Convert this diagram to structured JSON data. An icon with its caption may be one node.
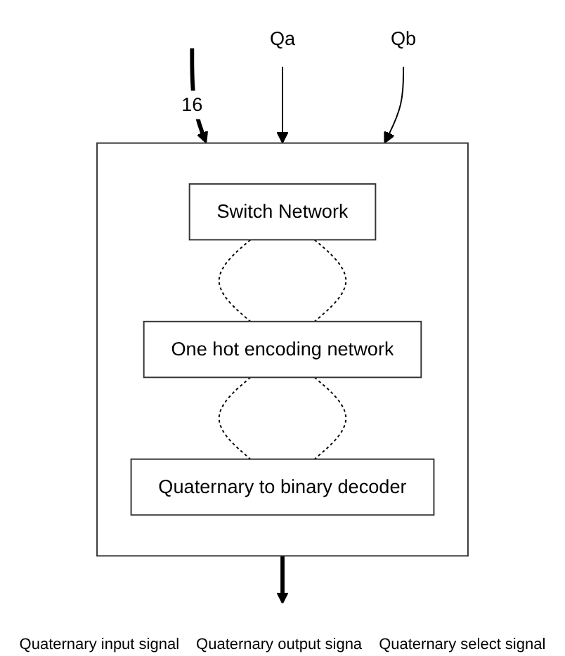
{
  "diagram": {
    "nodes": [
      {
        "text": [],
        "shape": "box"
      },
      {
        "text": [
          "Switch Network"
        ],
        "in": 0
      },
      {
        "text": [
          "One hot encoding network"
        ],
        "in": 0
      },
      {
        "text": [
          "Quaternary to binary decoder"
        ],
        "in": 0
      },
      {
        "text": [
          "Qa"
        ]
      },
      {
        "text": [
          "Qb"
        ]
      }
    ],
    "edges": [
      {
        "from": null,
        "to": 0,
        "arrow": "to",
        "label": "16",
        "style": "thick"
      },
      {
        "from": 0,
        "to": null,
        "arrow": "to",
        "style": "thick"
      },
      {
        "from": 1,
        "to": 2,
        "arrow": "none",
        "style": "dashed"
      },
      {
        "from": 1,
        "to": 2,
        "arrow": "none",
        "style": "dashed"
      },
      {
        "from": 2,
        "to": 3,
        "arrow": "none",
        "style": "dashed"
      },
      {
        "from": 2,
        "to": 3,
        "arrow": "none",
        "style": "dashed"
      },
      {
        "from": 4,
        "to": 0,
        "arrow": "to"
      },
      {
        "from": 5,
        "to": 0,
        "arrow": "to"
      }
    ],
    "labels": [
      "Quaternary input signal",
      "Quaternary output signa",
      "Quaternary select signal"
    ]
  }
}
